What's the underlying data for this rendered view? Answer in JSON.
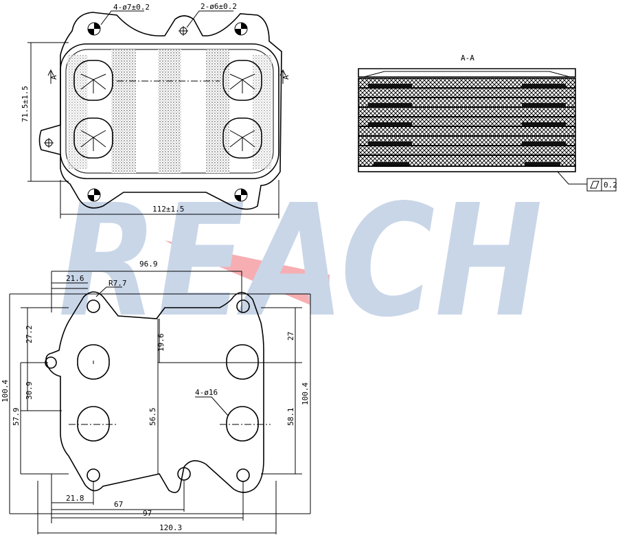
{
  "brand": {
    "watermark": "REACH",
    "watermark_color": "#c9d6e8",
    "accent_color": "#f4a0a6"
  },
  "top_view": {
    "holes_large": "4-ø7±0.2",
    "holes_small": "2-ø6±0.2",
    "height": "71.5±1.5",
    "width": "112±1.5",
    "section_mark": "A"
  },
  "section_view": {
    "title": "A-A",
    "flatness_value": "0.2"
  },
  "gasket_view": {
    "dim_top_width": "96.9",
    "dim_left_offset": "21.6",
    "radius": "R7.7",
    "dim_left_height_1": "27.2",
    "dim_center_height": "19.6",
    "dim_right_height_1": "27",
    "dim_left_spacing": "30.9",
    "dim_port_holes": "4-ø16",
    "dim_total_height_left": "100.4",
    "dim_total_height_right": "100.4",
    "dim_left_height_2": "57.9",
    "dim_center_height_2": "56.5",
    "dim_right_height_2": "58.1",
    "dim_bottom_left": "21.8",
    "dim_bottom_67": "67",
    "dim_bottom_97": "97",
    "dim_total_width": "120.3"
  }
}
